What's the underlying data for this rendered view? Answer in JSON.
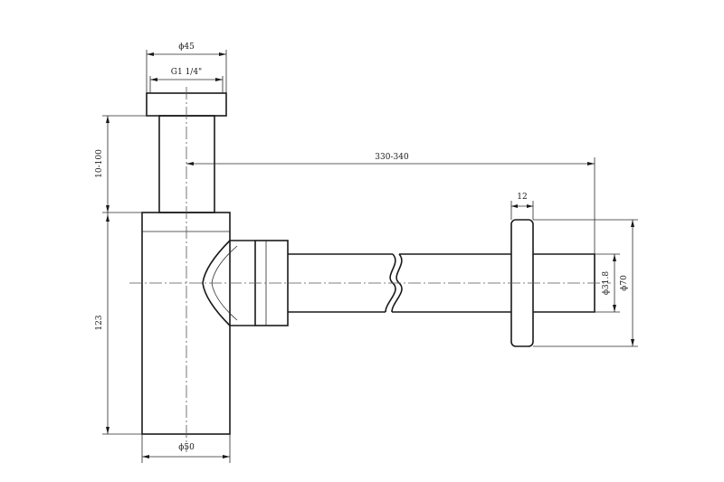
{
  "dimensions": {
    "top_diameter": "ϕ45",
    "thread": "G1 1/4\"",
    "height_adjust": "10-100",
    "body_height": "123",
    "bottom_diameter": "ϕ50",
    "pipe_length": "330-340",
    "flange_thickness": "12",
    "pipe_diameter": "ϕ31.8",
    "flange_diameter": "ϕ70"
  },
  "colors": {
    "line": "#1a1a1a",
    "background": "#ffffff"
  }
}
